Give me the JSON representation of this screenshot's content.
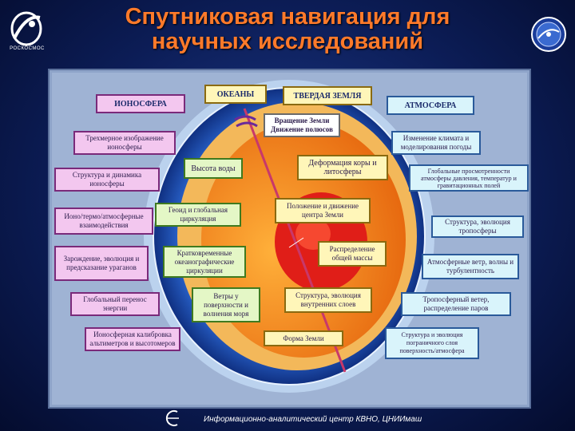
{
  "title": {
    "line1": "Спутниковая навигация для",
    "line2": "научных исследований"
  },
  "logo_left_text": "РОСКОСМОС",
  "boxes": {
    "okeany": "ОКЕАНЫ",
    "tverdaya": "ТВЕРДАЯ ЗЕМЛЯ",
    "ionosfera": "ИОНОСФЕРА",
    "atmosfera": "АТМОСФЕРА",
    "vrashchenie": "Вращение Земли\nДвижение полюсов",
    "izmenenie_klimata": "Изменение климата и моделирования погоды",
    "trekhmernoe": "Трехмерное изображение ионосферы",
    "vysota_vody": "Высота воды",
    "deformatsiya": "Деформация коры и литосферы",
    "globalnye": "Глобальные просмотренности атмосферы давления, температур и гравитационных полей",
    "struktura_dinamika": "Структура и динамика ионосферы",
    "geoid": "Геоид и глобальная циркуляция",
    "polozhenie": "Положение и движение центра Земли",
    "iono_vzaim": "Ионо/термо/атмосферные взаимодействия",
    "struktura_evolyutsiya_tropo": "Структура, эволюция тропосферы",
    "zarozhdenie": "Зарождение, эволюция и предсказание ураганов",
    "kratkovremennye": "Кратковременные океанографические циркуляции",
    "raspredelenie_massy": "Распределение общей массы",
    "atm_veter": "Атмосферные ветр, волны и турбулентность",
    "globalnyi_perenos": "Глобальный перенос энергии",
    "vetry": "Ветры у поверхности и волнения моря",
    "struktura_sloev": "Структура, эволюция внутренних слоев",
    "tropo_veter": "Тропосферный ветер, распределение паров",
    "kalibrovka": "Ионосферная калибровка альтиметров и высотомеров",
    "forma_zemli": "Форма Земли",
    "pogranichnyi": "Структура и эволюция пограничного слоя поверхность/атмосфера"
  },
  "footer": "Информационно-аналитический центр КВНО, ЦНИИмаш",
  "colors": {
    "title": "#ff7a2a",
    "background": "#0c1d57",
    "ocean_ring": "#1e4fb0",
    "crust": "#f3b85a",
    "mantle": "#ef7a1a",
    "core": "#e0201a"
  }
}
